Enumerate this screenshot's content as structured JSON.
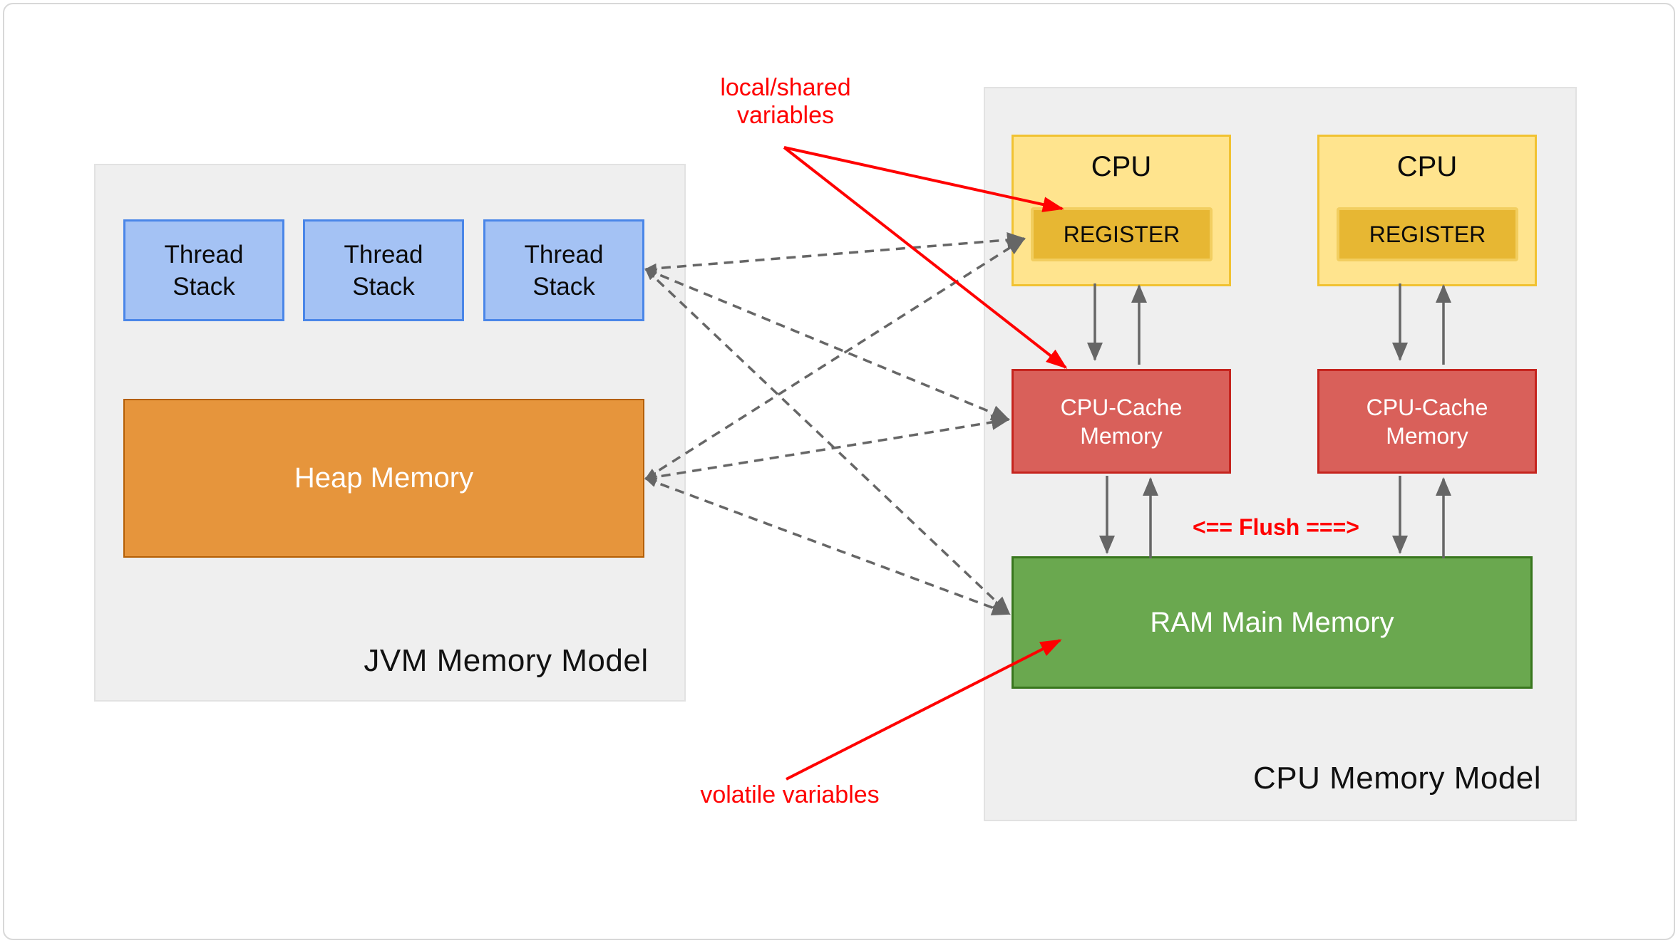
{
  "jvm": {
    "title": "JVM Memory Model",
    "thread_stacks": [
      {
        "line1": "Thread",
        "line2": "Stack"
      },
      {
        "line1": "Thread",
        "line2": "Stack"
      },
      {
        "line1": "Thread",
        "line2": "Stack"
      }
    ],
    "heap": {
      "label": "Heap Memory"
    }
  },
  "cpu": {
    "title": "CPU Memory Model",
    "cpus": [
      {
        "label": "CPU",
        "register": "REGISTER"
      },
      {
        "label": "CPU",
        "register": "REGISTER"
      }
    ],
    "caches": [
      {
        "line1": "CPU-Cache",
        "line2": "Memory"
      },
      {
        "line1": "CPU-Cache",
        "line2": "Memory"
      }
    ],
    "ram": {
      "label": "RAM Main Memory"
    }
  },
  "annotations": {
    "local_shared": {
      "line1": "local/shared",
      "line2": "variables"
    },
    "volatile_vars": {
      "label": "volatile variables"
    },
    "flush": {
      "label": "<== Flush ===>"
    }
  },
  "colors": {
    "panel_bg": "#efefef",
    "thread_stack_fill": "#a4c2f4",
    "thread_stack_border": "#4a86e8",
    "heap_fill": "#e6953c",
    "heap_border": "#b45f06",
    "cpu_fill": "#ffe48e",
    "cpu_border": "#f1c232",
    "register_fill": "#e7b733",
    "cache_fill": "#d9605a",
    "cache_border": "#c5241e",
    "ram_fill": "#6aa84f",
    "ram_border": "#38761d",
    "annotation_red": "#ff0000",
    "connector_gray": "#666666"
  }
}
